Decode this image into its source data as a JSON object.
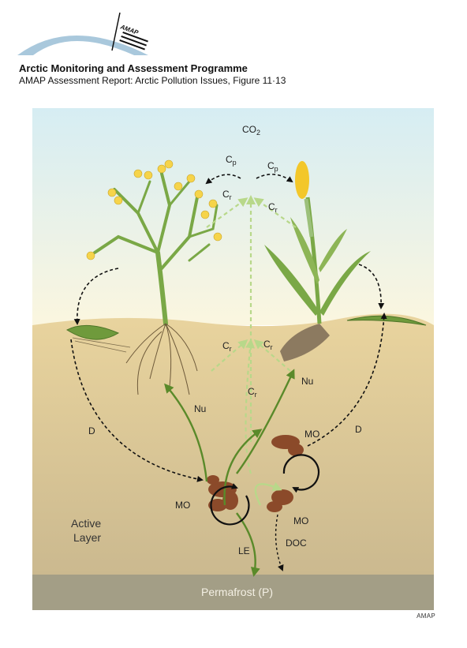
{
  "header": {
    "logo_text": "AMAP",
    "title": "Arctic Monitoring and Assessment Programme",
    "subtitle": "AMAP Assessment Report: Arctic Pollution Issues, Figure 11·13",
    "credit": "AMAP"
  },
  "labels": {
    "co2": {
      "base": "CO",
      "sub": "2"
    },
    "cp_left": {
      "base": "C",
      "sub": "p"
    },
    "cp_right": {
      "base": "C",
      "sub": "p"
    },
    "cr_top_left": {
      "base": "C",
      "sub": "r"
    },
    "cr_top_right": {
      "base": "C",
      "sub": "r"
    },
    "cr_soil_left": {
      "base": "C",
      "sub": "r"
    },
    "cr_soil_right": {
      "base": "C",
      "sub": "r"
    },
    "cr_middle": {
      "base": "C",
      "sub": "r"
    },
    "nu_left": "Nu",
    "nu_right": "Nu",
    "d_left": "D",
    "d_right": "D",
    "mo_left": "MO",
    "mo_right_top": "MO",
    "mo_right_bottom": "MO",
    "active_layer": "Active",
    "active_layer_2": "Layer",
    "le": "LE",
    "doc": "DOC",
    "permafrost": "Permafrost (P)"
  },
  "colors": {
    "sky_top": "#d9eef4",
    "soil": "#e4cd96",
    "soil_deep": "#cdb88e",
    "permafrost": "#a39e86",
    "plant_green": "#7aa846",
    "light_green_arrow": "#b8d88a",
    "dark_green_arrow": "#5a8a2a",
    "flower_yellow": "#f6d44a"
  }
}
